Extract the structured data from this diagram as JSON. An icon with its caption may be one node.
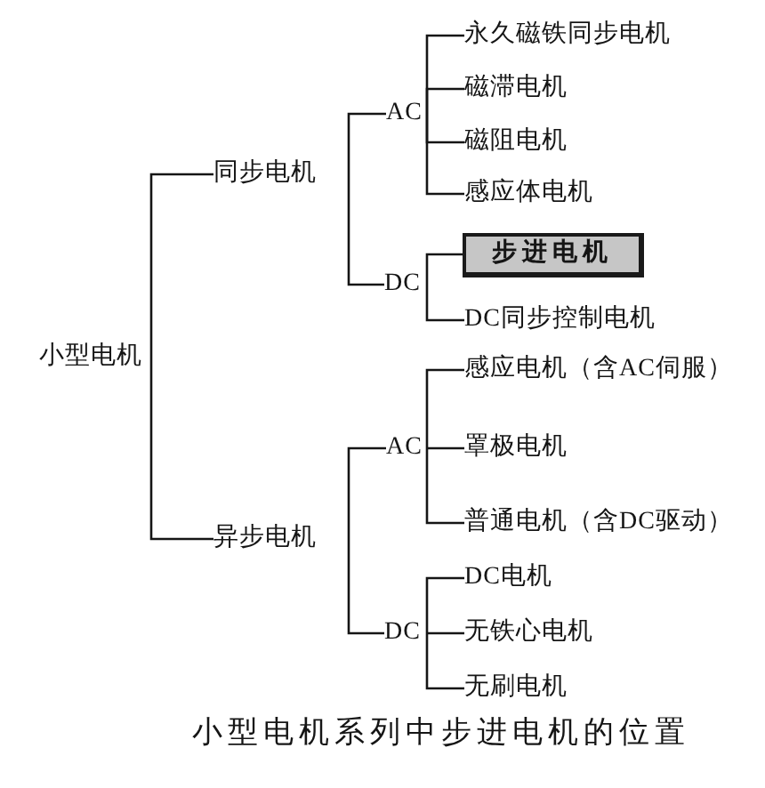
{
  "diagram": {
    "caption": "小型电机系列中步进电机的位置",
    "nodes": [
      {
        "text": [
          "小型电机"
        ]
      },
      {
        "text": [
          "同步电机"
        ]
      },
      {
        "text": [
          "AC"
        ]
      },
      {
        "text": [
          "永久磁铁同步电机"
        ]
      },
      {
        "text": [
          "磁滞电机"
        ]
      },
      {
        "text": [
          "磁阻电机"
        ]
      },
      {
        "text": [
          "感应体电机"
        ]
      },
      {
        "text": [
          "DC"
        ]
      },
      {
        "text": [
          "步进电机"
        ]
      },
      {
        "text": [
          "DC同步控制电机"
        ]
      },
      {
        "text": [
          "异步电机"
        ]
      },
      {
        "text": [
          "AC"
        ]
      },
      {
        "text": [
          "感应电机（含AC伺服）"
        ]
      },
      {
        "text": [
          "罩极电机"
        ]
      },
      {
        "text": [
          "普通电机（含DC驱动）"
        ]
      },
      {
        "text": [
          "DC"
        ]
      },
      {
        "text": [
          "DC电机"
        ]
      },
      {
        "text": [
          "无铁心电机"
        ]
      },
      {
        "text": [
          "无刷电机"
        ]
      }
    ],
    "edges": [
      {
        "from": 0,
        "to": 1,
        "arrow": "none"
      },
      {
        "from": 0,
        "to": 10,
        "arrow": "none"
      },
      {
        "from": 1,
        "to": 2,
        "arrow": "none"
      },
      {
        "from": 1,
        "to": 7,
        "arrow": "none"
      },
      {
        "from": 2,
        "to": 3,
        "arrow": "none"
      },
      {
        "from": 2,
        "to": 4,
        "arrow": "none"
      },
      {
        "from": 2,
        "to": 5,
        "arrow": "none"
      },
      {
        "from": 2,
        "to": 6,
        "arrow": "none"
      },
      {
        "from": 7,
        "to": 8,
        "arrow": "none"
      },
      {
        "from": 7,
        "to": 9,
        "arrow": "none"
      },
      {
        "from": 10,
        "to": 11,
        "arrow": "none"
      },
      {
        "from": 10,
        "to": 15,
        "arrow": "none"
      },
      {
        "from": 11,
        "to": 12,
        "arrow": "none"
      },
      {
        "from": 11,
        "to": 13,
        "arrow": "none"
      },
      {
        "from": 11,
        "to": 14,
        "arrow": "none"
      },
      {
        "from": 15,
        "to": 16,
        "arrow": "none"
      },
      {
        "from": 15,
        "to": 17,
        "arrow": "none"
      },
      {
        "from": 15,
        "to": 18,
        "arrow": "none"
      }
    ]
  }
}
